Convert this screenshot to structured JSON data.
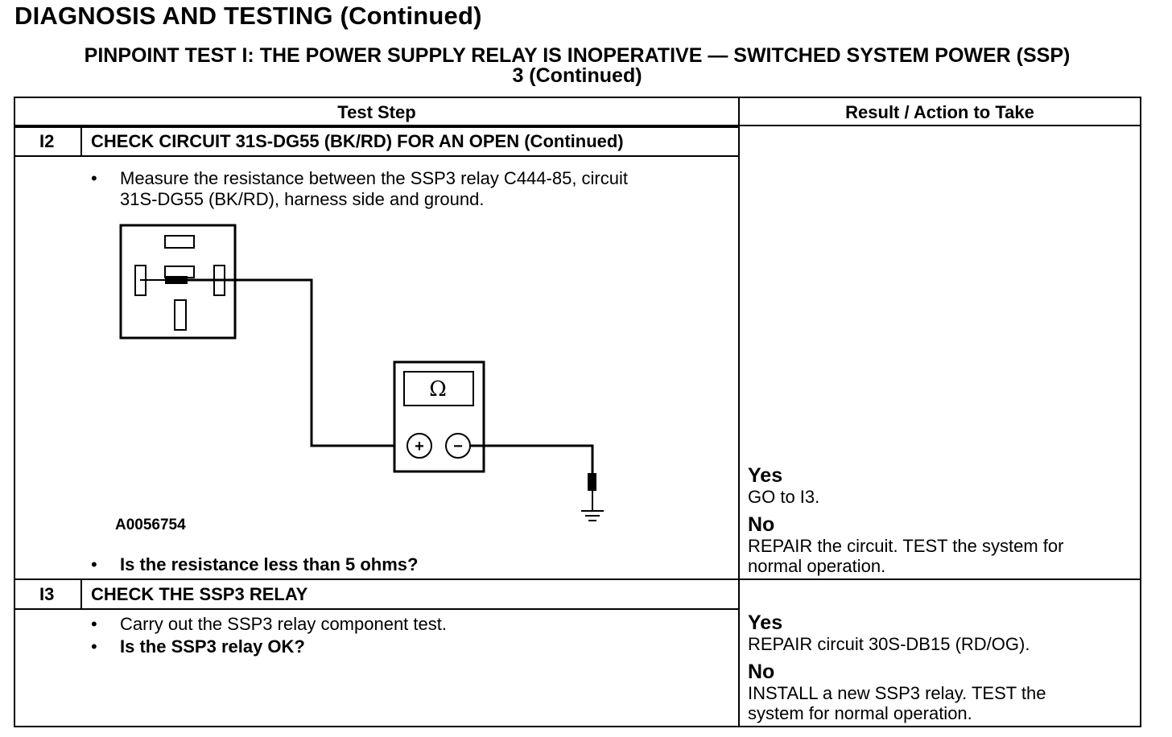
{
  "page_title": "DIAGNOSIS AND TESTING (Continued)",
  "test_title_line1": "PINPOINT TEST I: THE POWER SUPPLY RELAY IS INOPERATIVE — SWITCHED SYSTEM POWER (SSP)",
  "test_title_line2": "3 (Continued)",
  "table": {
    "col_test_step": "Test Step",
    "col_result": "Result / Action to Take"
  },
  "steps": [
    {
      "number": "I2",
      "title": "CHECK CIRCUIT 31S-DG55 (BK/RD) FOR AN OPEN (Continued)",
      "instruction": "Measure the resistance between the SSP3 relay C444-85, circuit",
      "instruction_line2": "31S-DG55 (BK/RD), harness side and ground.",
      "figure_id": "A0056754",
      "meter_symbol": "Ω",
      "plus_symbol": "+",
      "minus_symbol": "−",
      "question": "Is the resistance less than 5 ohms?",
      "yes_label": "Yes",
      "yes_action": "GO to I3.",
      "no_label": "No",
      "no_action_line1": "REPAIR the circuit. TEST the system for",
      "no_action_line2": "normal operation."
    },
    {
      "number": "I3",
      "title": "CHECK THE SSP3 RELAY",
      "instruction": "Carry out the SSP3 relay component test.",
      "question": "Is the SSP3 relay OK?",
      "yes_label": "Yes",
      "yes_action": "REPAIR circuit 30S-DB15 (RD/OG).",
      "no_label": "No",
      "no_action_line1": "INSTALL a new SSP3 relay. TEST the",
      "no_action_line2": "system for normal operation."
    }
  ],
  "bullet_char": "•"
}
